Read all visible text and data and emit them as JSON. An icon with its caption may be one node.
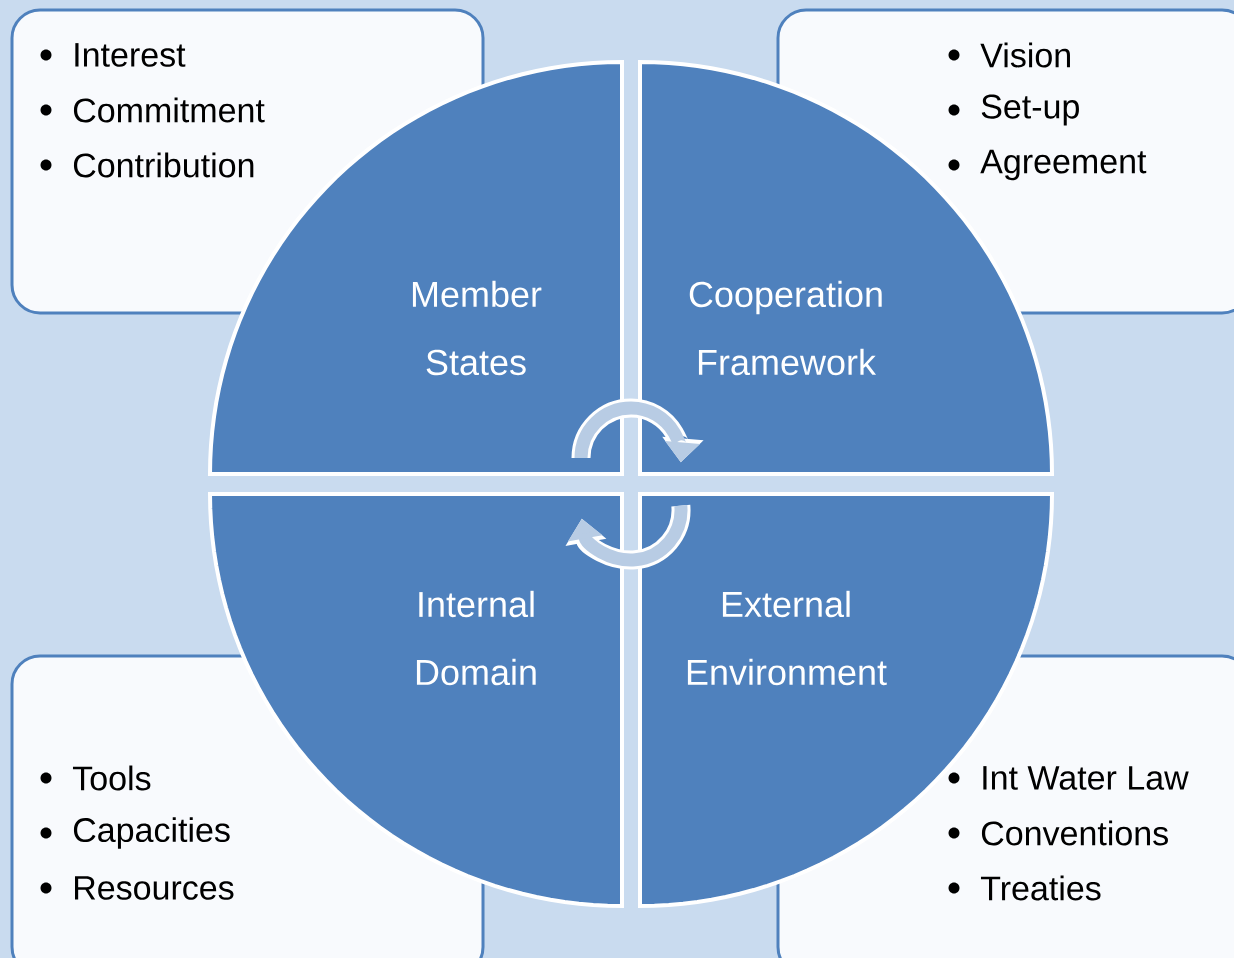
{
  "diagram": {
    "nodes": [
      {
        "text": [
          "Interest",
          "Commitment",
          "Contribution"
        ]
      },
      {
        "text": [
          "Vision",
          "Set-up",
          "Agreement"
        ]
      },
      {
        "text": [
          "Member States"
        ]
      },
      {
        "text": [
          "Cooperation Framework"
        ]
      },
      {
        "text": [
          "Internal Domain"
        ]
      },
      {
        "text": [
          "External Environment"
        ]
      },
      {
        "text": [
          "Tools",
          "Capacities",
          "Resources"
        ]
      },
      {
        "text": [
          "Int Water Law",
          "Conventions",
          "Treaties"
        ]
      }
    ],
    "edges": [
      {
        "from": 2,
        "to": 3,
        "arrow": "to"
      },
      {
        "from": 5,
        "to": 4,
        "arrow": "to"
      }
    ]
  }
}
